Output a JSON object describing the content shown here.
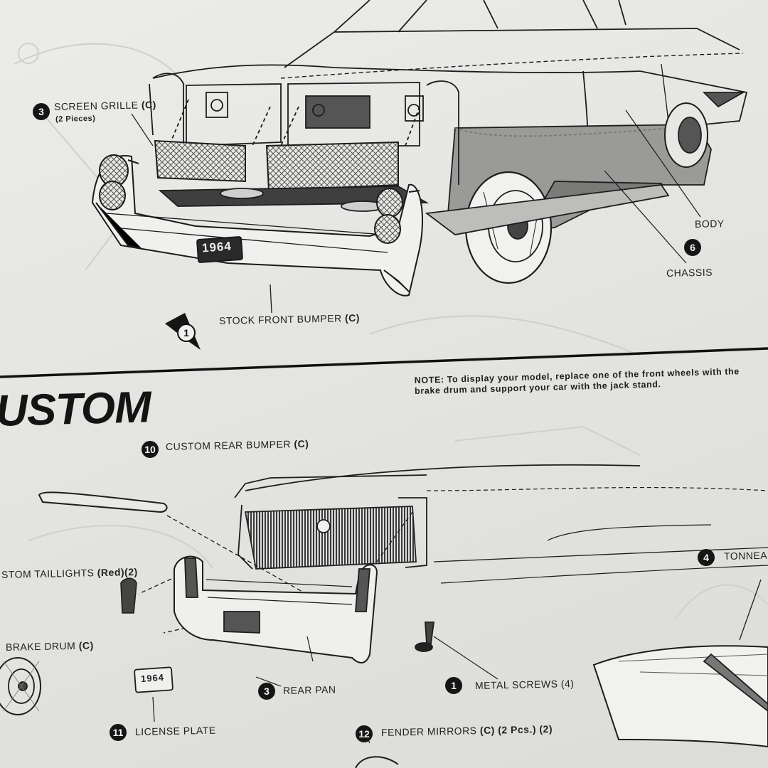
{
  "top_section": {
    "screen_grille": {
      "number": "3",
      "label": "SCREEN GRILLE",
      "code": "(C)",
      "sub": "(2 Pieces)"
    },
    "body_label": "BODY",
    "chassis": {
      "number": "6",
      "label": "CHASSIS"
    },
    "stock_front_bumper": {
      "label": "STOCK FRONT BUMPER",
      "code": "(C)"
    },
    "plate_text": "1964",
    "step_arrow_number": "1"
  },
  "bottom_section": {
    "heading": "USTOM",
    "note_prefix": "NOTE:",
    "note_text": "To display your model, replace one of the front wheels with the brake drum and support your car with the jack stand.",
    "custom_rear_bumper": {
      "number": "10",
      "label": "CUSTOM REAR BUMPER",
      "code": "(C)"
    },
    "custom_taillights": {
      "label": "STOM TAILLIGHTS",
      "code": "(Red)(2)"
    },
    "brake_drum": {
      "label": "BRAKE DRUM",
      "code": "(C)"
    },
    "rear_pan": {
      "number": "3",
      "label": "REAR PAN"
    },
    "metal_screws": {
      "number": "1",
      "label": "METAL SCREWS (4)"
    },
    "license_plate": {
      "number": "11",
      "label": "LICENSE PLATE",
      "plate_text": "1964"
    },
    "fender_mirrors": {
      "number": "12",
      "label": "FENDER MIRRORS",
      "code": "(C) (2 Pcs.) (2)"
    },
    "tonneau": {
      "number": "4",
      "label": "TONNEAU"
    }
  }
}
